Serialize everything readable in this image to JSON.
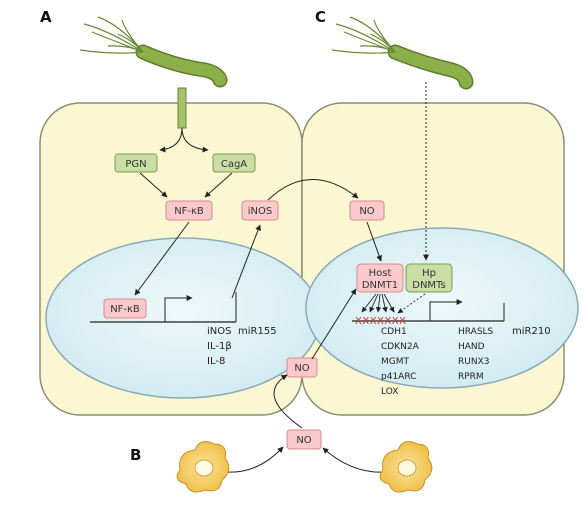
{
  "panels": {
    "a": "A",
    "b": "B",
    "c": "C"
  },
  "left_cell": {
    "pgn": "PGN",
    "caga": "CagA",
    "nfkb_cytoplasm": "NF-κB",
    "inos_protein": "iNOS",
    "nfkb_nucleus": "NF-κB",
    "genes": [
      "iNOS",
      "IL-1β",
      "IL-8"
    ],
    "mirna": "miR155"
  },
  "junction": {
    "no_between_cells": "NO"
  },
  "bottom": {
    "no_macrophage": "NO"
  },
  "right_cell": {
    "no_cytoplasm": "NO",
    "host_dnmt_line1": "Host",
    "host_dnmt_line2": "DNMT1",
    "hp_dnmt_line1": "Hp",
    "hp_dnmt_line2": "DNMTs",
    "methylation_marks": "XXXXXXX",
    "genes_col1": [
      "CDH1",
      "CDKN2A",
      "MGMT",
      "p41ARC",
      "LOX"
    ],
    "genes_col2": [
      "HRASLS",
      "HAND",
      "RUNX3",
      "RPRM"
    ],
    "mirna": "miR210"
  },
  "colors": {
    "cell_fill": "#fbf7d3",
    "cell_stroke": "#8e8d70",
    "nucleus_fill": "#dff3f7",
    "nucleus_stroke": "#8aaab6",
    "red_box_fill": "#f9c9cb",
    "red_box_stroke": "#d98b8f",
    "green_box_fill": "#c9dda4",
    "green_box_stroke": "#7e9a52",
    "bacteria": "#8bb04a",
    "macrophage": "#f2cf5b",
    "methylation": "#d8262a"
  }
}
